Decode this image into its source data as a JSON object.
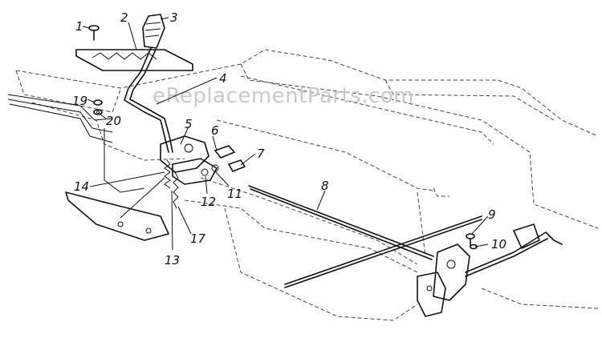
{
  "watermark": "eReplacementParts.com",
  "callouts": [
    "1",
    "2",
    "3",
    "4",
    "5",
    "6",
    "7",
    "8",
    "9",
    "10",
    "11",
    "12",
    "13",
    "14",
    "17",
    "19",
    "20"
  ]
}
